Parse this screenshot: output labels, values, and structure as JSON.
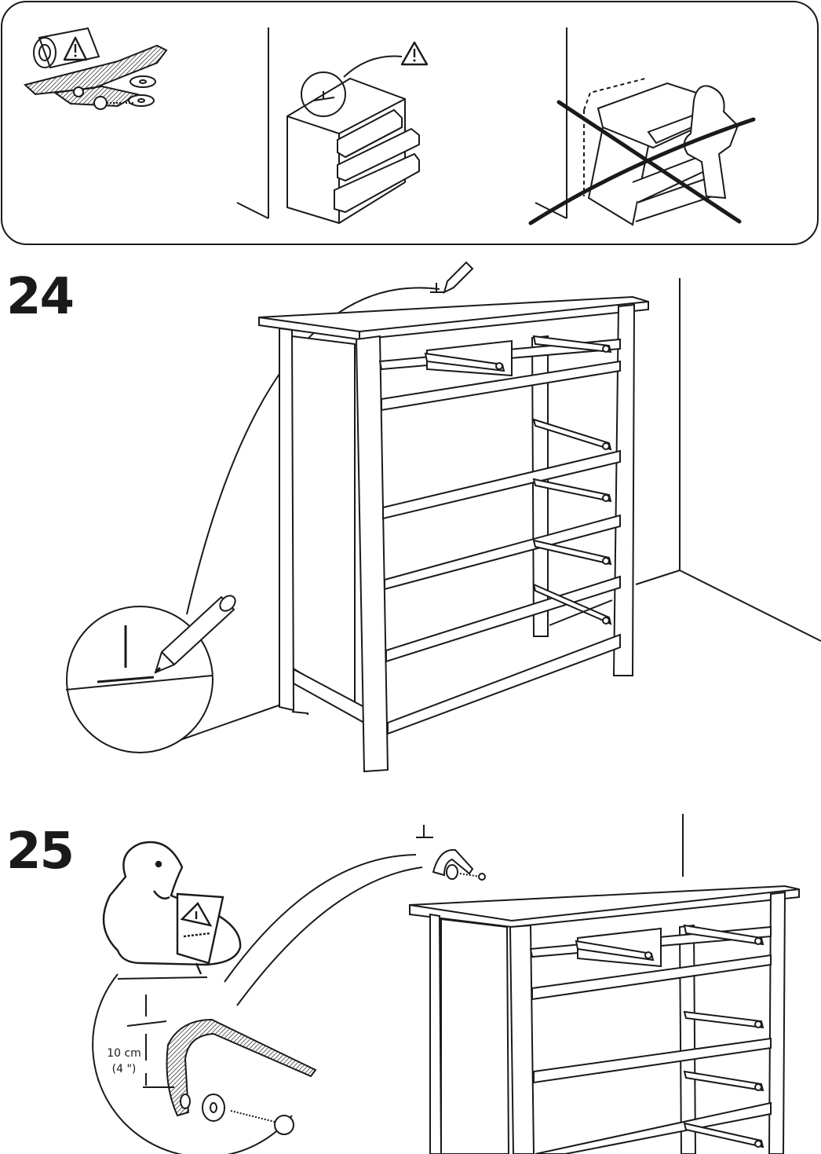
{
  "steps": {
    "step24": "24",
    "step25": "25"
  },
  "measurement": {
    "metric": "10 cm",
    "imperial": "(4 \")"
  },
  "icons": {
    "warning": "warning-triangle-icon",
    "pencil": "pencil-icon",
    "prohibited": "prohibited-cross-icon"
  },
  "colors": {
    "ink": "#1a1a1a",
    "paper": "#ffffff"
  }
}
